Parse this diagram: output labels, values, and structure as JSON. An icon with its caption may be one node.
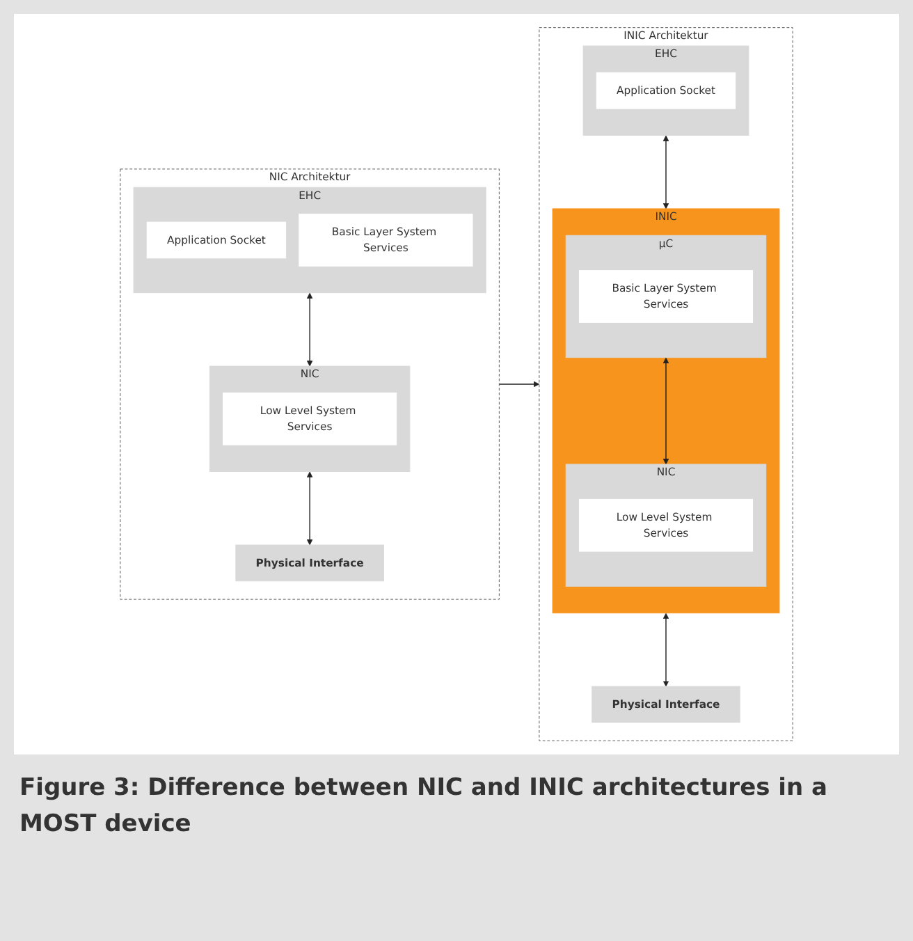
{
  "diagram": {
    "caption": "Figure 3: Difference between NIC and INIC architectures in a MOST device",
    "nodes": [
      {
        "text": [
          "NIC Architektur"
        ]
      },
      {
        "text": [
          "EHC"
        ],
        "in": 0
      },
      {
        "text": [
          "Application Socket"
        ],
        "in": 1
      },
      {
        "text": [
          "Basic Layer System Services"
        ],
        "in": 1
      },
      {
        "text": [
          "NIC"
        ],
        "in": 0
      },
      {
        "text": [
          "Low Level System Services"
        ],
        "in": 4
      },
      {
        "text": [
          "Physical Interface"
        ],
        "in": 0
      },
      {
        "text": [
          "INIC Architektur"
        ]
      },
      {
        "text": [
          "EHC"
        ],
        "in": 7
      },
      {
        "text": [
          "Application Socket"
        ],
        "in": 8
      },
      {
        "text": [
          "INIC"
        ],
        "in": 7
      },
      {
        "text": [
          "µC"
        ],
        "in": 10
      },
      {
        "text": [
          "Basic Layer System Services"
        ],
        "in": 11
      },
      {
        "text": [
          "NIC"
        ],
        "in": 10
      },
      {
        "text": [
          "Low Level System Services"
        ],
        "in": 13
      },
      {
        "text": [
          "Physical Interface"
        ],
        "in": 7
      }
    ],
    "edges": [
      {
        "from": 1,
        "to": 4,
        "arrow": "both"
      },
      {
        "from": 4,
        "to": 6,
        "arrow": "both"
      },
      {
        "from": 0,
        "to": 7,
        "arrow": "to"
      },
      {
        "from": 8,
        "to": 10,
        "arrow": "both"
      },
      {
        "from": 11,
        "to": 13,
        "arrow": "both"
      },
      {
        "from": 10,
        "to": 15,
        "arrow": "both"
      }
    ]
  }
}
